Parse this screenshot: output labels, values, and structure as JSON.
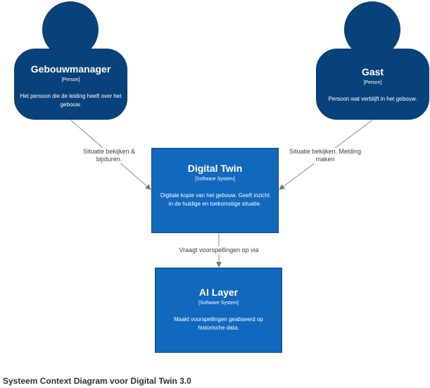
{
  "diagram": {
    "caption": "Systeem Context Diagram voor Digital Twin 3.0",
    "colors": {
      "person": "#08427b",
      "software_system": "#1168bd",
      "edge": "#8c8c8c",
      "text_on_node": "#ffffff"
    },
    "nodes": {
      "gebouwmanager": {
        "title": "Gebouwmanager",
        "type": "[Person]",
        "description": "Het persoon die de leiding heeft over het gebouw."
      },
      "gast": {
        "title": "Gast",
        "type": "[Person]",
        "description": "Persoon wat verblijft in het gebouw."
      },
      "digital_twin": {
        "title": "Digital Twin",
        "type": "[Software System]",
        "description": "Digitale kopie van het gebouw.  Geeft inzicht in de huidige en toekomstige situatie."
      },
      "ai_layer": {
        "title": "AI Layer",
        "type": "[Software System]",
        "description": "Maakt voorspellingen geabseerd op historische data."
      }
    },
    "edges": [
      {
        "from": "gebouwmanager",
        "to": "digital_twin",
        "label": "Situatie bekijken & bijsturen."
      },
      {
        "from": "gast",
        "to": "digital_twin",
        "label": "Situatie bekijken. Melding maken"
      },
      {
        "from": "digital_twin",
        "to": "ai_layer",
        "label": "Vraagt voorspellingen op via"
      }
    ]
  }
}
